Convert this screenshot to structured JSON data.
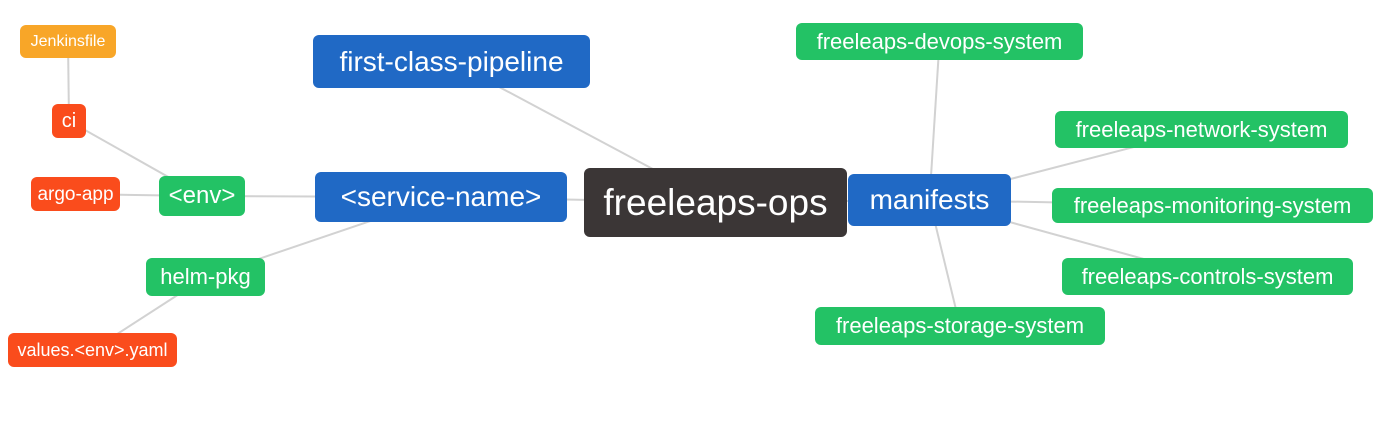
{
  "diagram": {
    "type": "mindmap-graph",
    "background_color": "#ffffff",
    "edge_color": "#d2d2d2",
    "text_color": "#ffffff"
  },
  "nodes": {
    "freeleaps_ops": {
      "label": "freeleaps-ops",
      "color": "#3b3636",
      "role": "root"
    },
    "first_class_pipeline": {
      "label": "first-class-pipeline",
      "color": "#2069c5",
      "role": "branch"
    },
    "service_name": {
      "label": "<service-name>",
      "color": "#2069c5",
      "role": "branch"
    },
    "manifests": {
      "label": "manifests",
      "color": "#2069c5",
      "role": "branch"
    },
    "env": {
      "label": "<env>",
      "color": "#23c265",
      "role": "sub-branch"
    },
    "helm_pkg": {
      "label": "helm-pkg",
      "color": "#23c265",
      "role": "sub-branch"
    },
    "ci": {
      "label": "ci",
      "color": "#fa4c1c",
      "role": "leaf"
    },
    "argo_app": {
      "label": "argo-app",
      "color": "#fa4c1c",
      "role": "leaf"
    },
    "values_env_yaml": {
      "label": "values.<env>.yaml",
      "color": "#fa4c1c",
      "role": "leaf"
    },
    "jenkinsfile": {
      "label": "Jenkinsfile",
      "color": "#f8a628",
      "role": "leaf"
    },
    "freeleaps_devops_system": {
      "label": "freeleaps-devops-system",
      "color": "#23c265",
      "role": "sub-branch"
    },
    "freeleaps_network_system": {
      "label": "freeleaps-network-system",
      "color": "#23c265",
      "role": "sub-branch"
    },
    "freeleaps_monitoring_system": {
      "label": "freeleaps-monitoring-system",
      "color": "#23c265",
      "role": "sub-branch"
    },
    "freeleaps_controls_system": {
      "label": "freeleaps-controls-system",
      "color": "#23c265",
      "role": "sub-branch"
    },
    "freeleaps_storage_system": {
      "label": "freeleaps-storage-system",
      "color": "#23c265",
      "role": "sub-branch"
    }
  },
  "edges": [
    [
      "jenkinsfile",
      "ci"
    ],
    [
      "ci",
      "env"
    ],
    [
      "argo_app",
      "env"
    ],
    [
      "env",
      "service_name"
    ],
    [
      "helm_pkg",
      "service_name"
    ],
    [
      "values_env_yaml",
      "helm_pkg"
    ],
    [
      "first_class_pipeline",
      "freeleaps_ops"
    ],
    [
      "service_name",
      "freeleaps_ops"
    ],
    [
      "freeleaps_ops",
      "manifests"
    ],
    [
      "manifests",
      "freeleaps_devops_system"
    ],
    [
      "manifests",
      "freeleaps_network_system"
    ],
    [
      "manifests",
      "freeleaps_monitoring_system"
    ],
    [
      "manifests",
      "freeleaps_controls_system"
    ],
    [
      "manifests",
      "freeleaps_storage_system"
    ]
  ]
}
